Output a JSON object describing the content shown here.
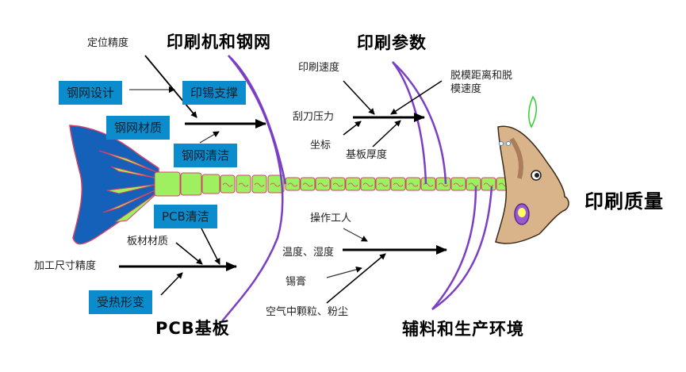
{
  "diagram": {
    "type": "fishbone",
    "effect": "印刷质量",
    "categories": [
      {
        "name": "印刷机和钢网",
        "causes_plain": [
          "定位精度"
        ],
        "causes_boxed": [
          "钢网设计",
          "印锡支撑",
          "钢网材质",
          "钢网清洁"
        ]
      },
      {
        "name": "印刷参数",
        "causes_plain": [
          "印刷速度",
          "脱模距离和脱模速度",
          "刮刀压力",
          "坐标",
          "基板厚度"
        ],
        "causes_boxed": []
      },
      {
        "name": "PCB基板",
        "causes_plain": [
          "板材材质",
          "加工尺寸精度"
        ],
        "causes_boxed": [
          "PCB清洁",
          "受热形变"
        ]
      },
      {
        "name": "辅料和生产环境",
        "causes_plain": [
          "操作工人",
          "温度、湿度",
          "锡膏",
          "空气中颗粒、粉尘"
        ],
        "causes_boxed": []
      }
    ],
    "labels": {
      "cat1_title": "印刷机和钢网",
      "cat2_title": "印刷参数",
      "cat3_title": "PCB基板",
      "cat4_title": "辅料和生产环境",
      "effect": "印刷质量",
      "c1_positioning": "定位精度",
      "c1_stencil_design": "钢网设计",
      "c1_solder_support": "印锡支撑",
      "c1_stencil_material": "钢网材质",
      "c1_stencil_cleaning": "钢网清洁",
      "c2_print_speed": "印刷速度",
      "c2_demold_line1": "脱模距离和脱",
      "c2_demold_line2": "模速度",
      "c2_squeegee": "刮刀压力",
      "c2_coordinates": "坐标",
      "c2_board_thickness": "基板厚度",
      "c3_pcb_cleaning": "PCB清洁",
      "c3_board_material": "板材材质",
      "c3_dimension_accuracy": "加工尺寸精度",
      "c3_thermal_deform": "受热形变",
      "c4_operator": "操作工人",
      "c4_temp_humidity": "温度、湿度",
      "c4_solder_paste": "锡膏",
      "c4_dust": "空气中颗粒、粉尘"
    },
    "colors": {
      "box_fill": "#0b8ccc",
      "arc": "#7b3fc4",
      "tail": "#1560b8",
      "bone": "#9ef060",
      "bone_outline": "#d0436b",
      "head": "#d9b48a"
    }
  }
}
